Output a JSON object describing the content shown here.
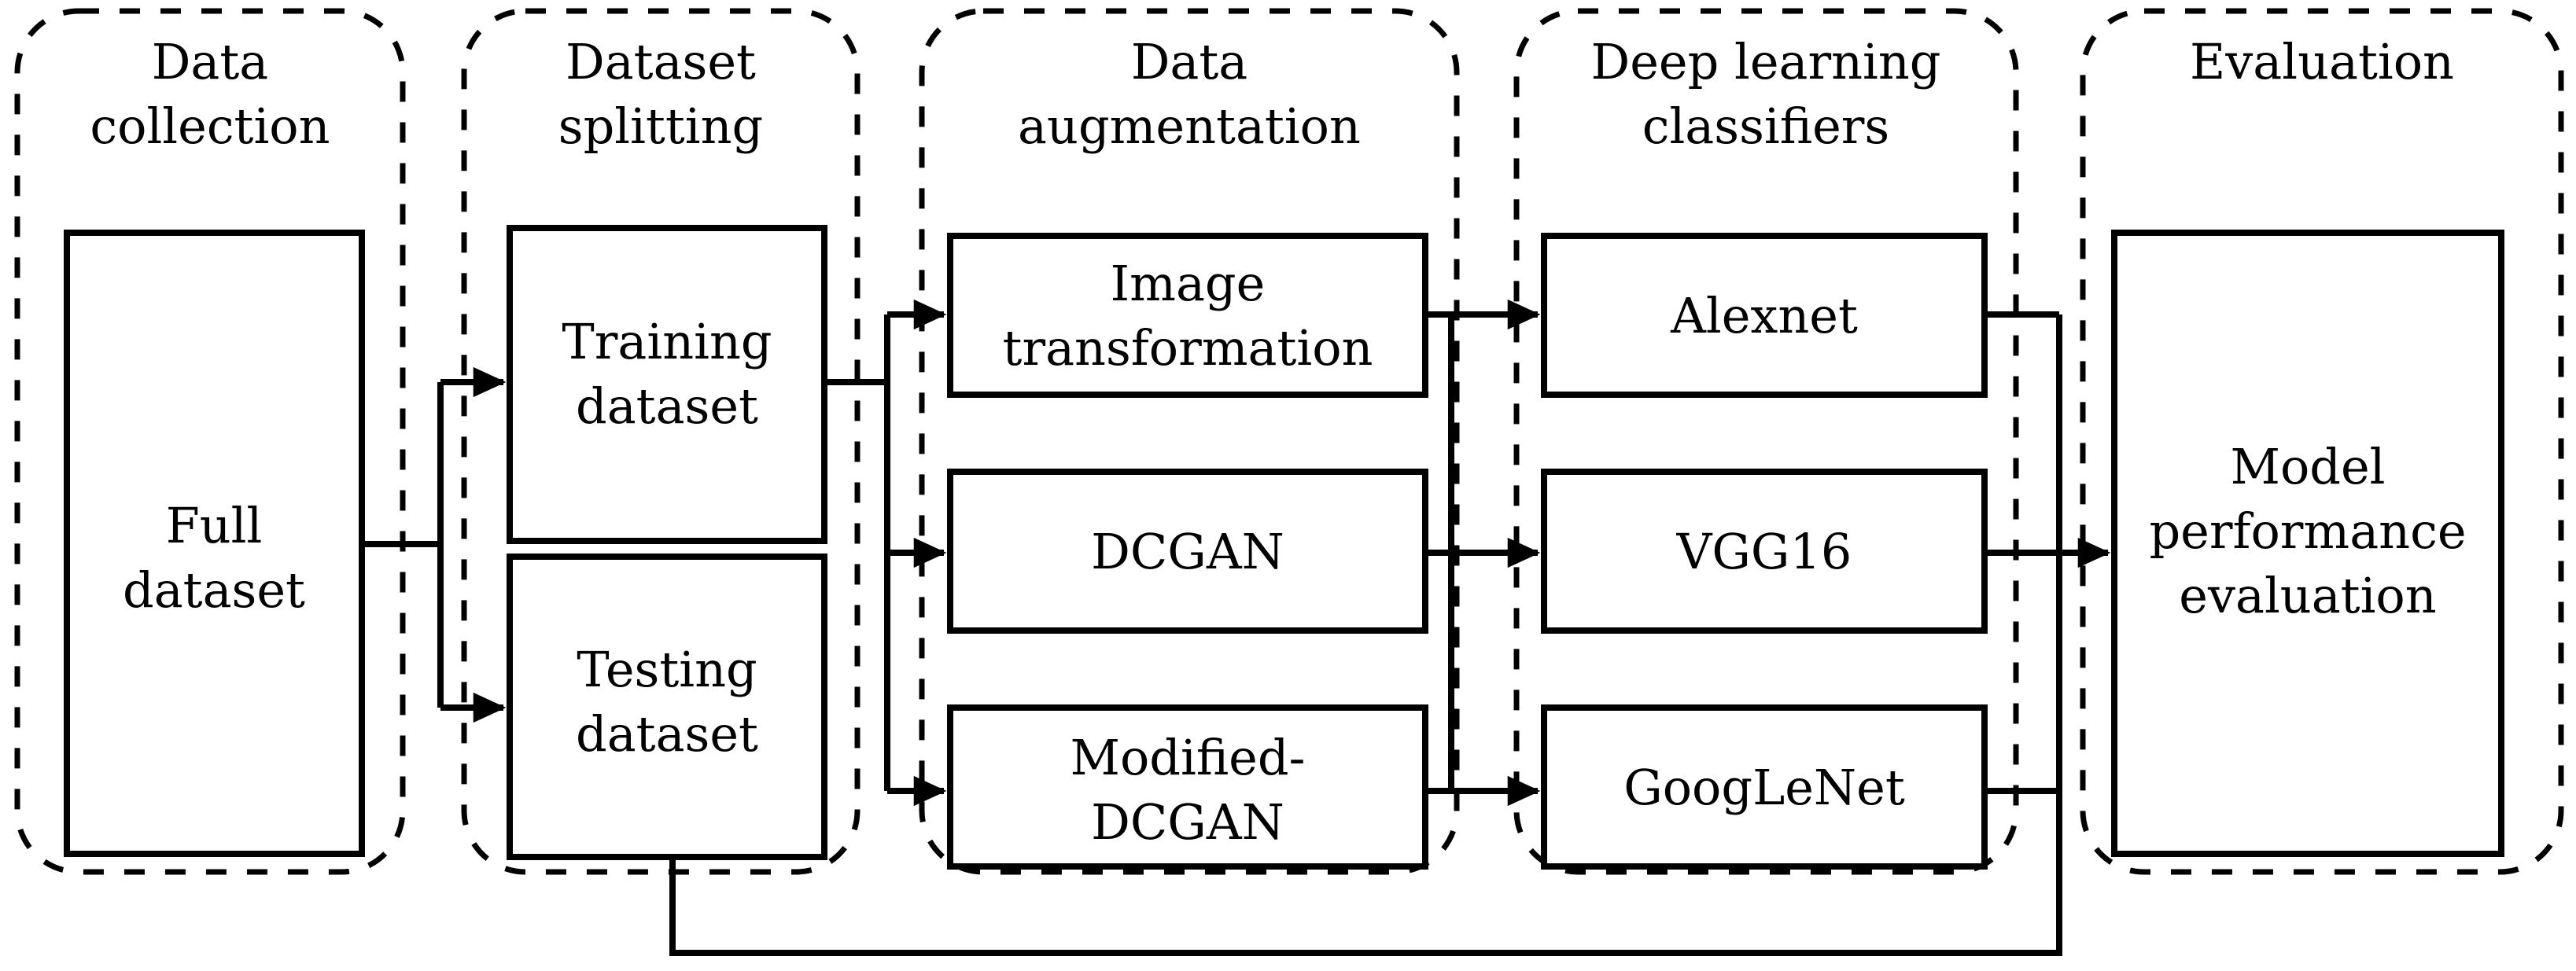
{
  "diagram": {
    "title": "Deep learning pipeline flowchart",
    "type": "flowchart",
    "orientation": "left-to-right",
    "stroke_color": "#000000",
    "background_color": "#ffffff",
    "group_border_style": "dashed-rounded",
    "box_border_style": "solid-rectangle"
  },
  "stages": [
    {
      "id": "data-collection",
      "title": "Data collection",
      "title_lines": [
        "Data",
        "collection"
      ],
      "boxes": [
        {
          "id": "full-dataset",
          "label_lines": [
            "Full",
            "dataset"
          ],
          "label": "Full dataset"
        }
      ]
    },
    {
      "id": "dataset-splitting",
      "title": "Dataset splitting",
      "title_lines": [
        "Dataset",
        "splitting"
      ],
      "boxes": [
        {
          "id": "training-dataset",
          "label_lines": [
            "Training",
            "dataset"
          ],
          "label": "Training dataset"
        },
        {
          "id": "testing-dataset",
          "label_lines": [
            "Testing",
            "dataset"
          ],
          "label": "Testing dataset"
        }
      ]
    },
    {
      "id": "data-augmentation",
      "title": "Data augmentation",
      "title_lines": [
        "Data",
        "augmentation"
      ],
      "boxes": [
        {
          "id": "image-transformation",
          "label_lines": [
            "Image",
            "transformation"
          ],
          "label": "Image transformation"
        },
        {
          "id": "dcgan",
          "label_lines": [
            "DCGAN"
          ],
          "label": "DCGAN"
        },
        {
          "id": "modified-dcgan",
          "label_lines": [
            "Modified-",
            "DCGAN"
          ],
          "label": "Modified-DCGAN"
        }
      ]
    },
    {
      "id": "deep-learning-classifiers",
      "title": "Deep learning classifiers",
      "title_lines": [
        "Deep learning",
        "classifiers"
      ],
      "boxes": [
        {
          "id": "alexnet",
          "label_lines": [
            "Alexnet"
          ],
          "label": "Alexnet"
        },
        {
          "id": "vgg16",
          "label_lines": [
            "VGG16"
          ],
          "label": "VGG16"
        },
        {
          "id": "googlenet",
          "label_lines": [
            "GoogLeNet"
          ],
          "label": "GoogLeNet"
        }
      ]
    },
    {
      "id": "evaluation",
      "title": "Evaluation",
      "title_lines": [
        "Evaluation"
      ],
      "boxes": [
        {
          "id": "model-performance-evaluation",
          "label_lines": [
            "Model",
            "performance",
            "evaluation"
          ],
          "label": "Model performance evaluation"
        }
      ]
    }
  ],
  "connections": [
    {
      "from": "full-dataset",
      "to": "training-dataset",
      "arrow": true
    },
    {
      "from": "full-dataset",
      "to": "testing-dataset",
      "arrow": true
    },
    {
      "from": "training-dataset",
      "to": "image-transformation",
      "arrow": true
    },
    {
      "from": "training-dataset",
      "to": "dcgan",
      "arrow": true
    },
    {
      "from": "training-dataset",
      "to": "modified-dcgan",
      "arrow": true
    },
    {
      "from": "image-transformation",
      "to": "alexnet",
      "arrow": true
    },
    {
      "from": "dcgan",
      "to": "vgg16",
      "arrow": true
    },
    {
      "from": "modified-dcgan",
      "to": "googlenet",
      "arrow": true
    },
    {
      "from": "alexnet",
      "to": "model-performance-evaluation",
      "arrow": true
    },
    {
      "from": "vgg16",
      "to": "model-performance-evaluation",
      "arrow": true
    },
    {
      "from": "googlenet",
      "to": "model-performance-evaluation",
      "arrow": true
    },
    {
      "from": "testing-dataset",
      "to": "model-performance-evaluation",
      "arrow": false,
      "routing": "bottom-feedback"
    }
  ]
}
